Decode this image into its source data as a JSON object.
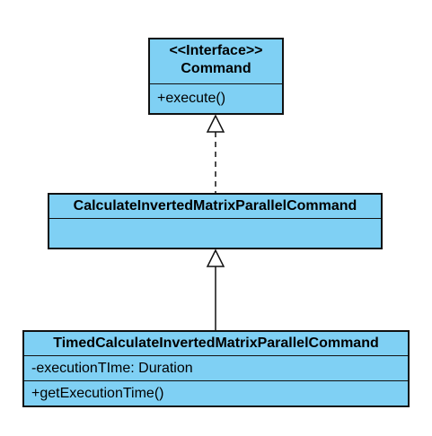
{
  "classes": {
    "command": {
      "stereotype": "<<Interface>>",
      "name": "Command",
      "methods": [
        "+execute()"
      ]
    },
    "calculate": {
      "name": "CalculateInvertedMatrixParallelCommand",
      "attributes": [],
      "methods": []
    },
    "timed": {
      "name": "TimedCalculateInvertedMatrixParallelCommand",
      "attributes": [
        "-executionTIme: Duration"
      ],
      "methods": [
        "+getExecutionTime()"
      ]
    }
  },
  "relations": [
    {
      "from": "calculate",
      "to": "command",
      "type": "realization"
    },
    {
      "from": "timed",
      "to": "calculate",
      "type": "generalization"
    }
  ],
  "colors": {
    "box_fill": "#7fd0f4",
    "stroke": "#111111"
  }
}
